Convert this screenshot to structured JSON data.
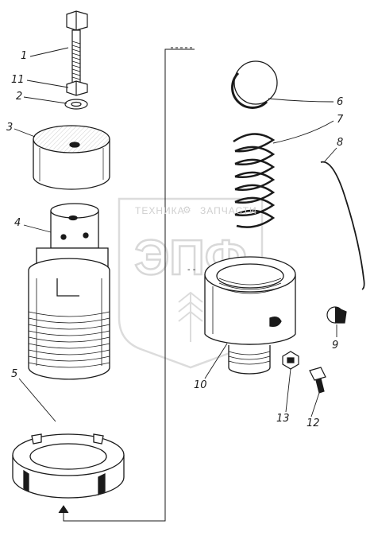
{
  "callouts": {
    "c1": "1",
    "c11": "11",
    "c2": "2",
    "c3": "3",
    "c4": "4",
    "c5": "5",
    "c6": "6",
    "c7": "7",
    "c8": "8",
    "c9": "9",
    "c10": "10",
    "c13": "13",
    "c12": "12"
  },
  "watermark": {
    "left": "ТЕХНИКА",
    "right": "ЗАПЧАСТИ",
    "logo": "ЭПФ"
  },
  "colors": {
    "ink": "#1a1a1a",
    "watermark": "#d6d6d6",
    "background": "#ffffff"
  }
}
